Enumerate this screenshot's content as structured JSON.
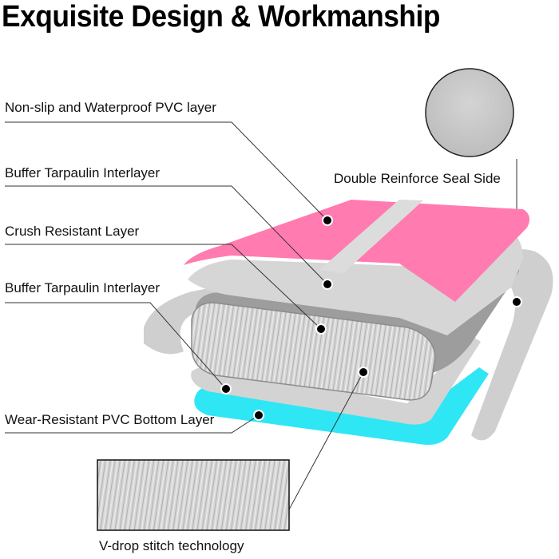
{
  "title": "Exquisite Design & Workmanship",
  "labels": {
    "pvc_top": "Non-slip and Waterproof PVC layer",
    "buffer_top": "Buffer Tarpaulin Interlayer",
    "crush": "Crush Resistant Layer",
    "buffer_bottom": "Buffer Tarpaulin Interlayer",
    "pvc_bottom": "Wear-Resistant PVC Bottom Layer",
    "seal_side": "Double Reinforce Seal Side",
    "stitch": "V-drop stitch technology"
  },
  "colors": {
    "pink": "#ff7bb0",
    "cyan": "#2fe6f5",
    "light_gray": "#d2d2d2",
    "mid_gray": "#9a9a9a",
    "fiber": "#cfcfcf"
  }
}
